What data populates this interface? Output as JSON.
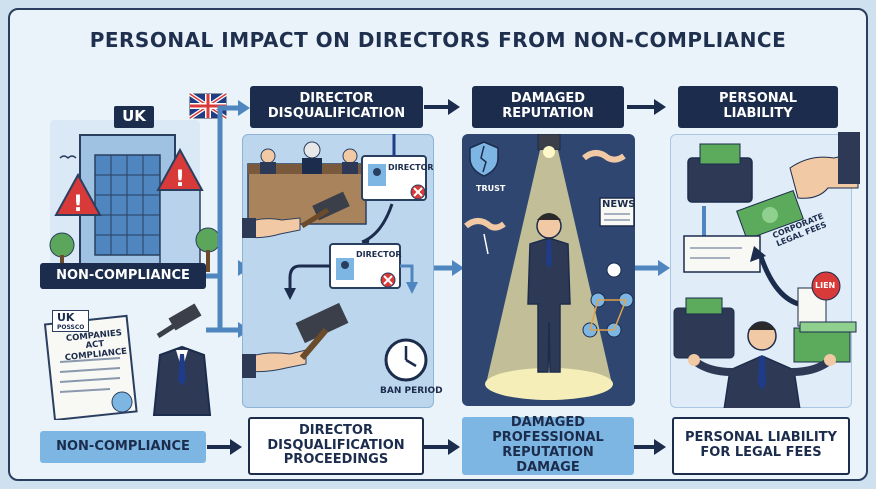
{
  "title": "PERSONAL IMPACT ON DIRECTORS FROM NON-COMPLIANCE",
  "top_labels": {
    "director_disqualification": "DIRECTOR DISQUALIFICATION",
    "damaged_reputation": "DAMAGED REPUTATION",
    "personal_liability": "PERSONAL LIABILITY"
  },
  "left": {
    "uk_sign": "UK",
    "non_compliance_top": "NON-COMPLIANCE",
    "uk_tag": "UK",
    "uk_tag_sub": "POSSCO",
    "doc_title": "COMPANIES ACT COMPLIANCE",
    "non_compliance_bottom": "NON-COMPLIANCE"
  },
  "disqualification": {
    "badge_top": "DIRECTOR",
    "badge_mid": "DIRECTOR",
    "ban_period": "BAN PERIOD",
    "bottom_label": "DIRECTOR DISQUALIFICATION PROCEEDINGS"
  },
  "reputation": {
    "trust": "TRUST",
    "news": "NEWS",
    "bottom_label": "DAMAGED PROFESSIONAL REPUTATION DAMAGE"
  },
  "liability": {
    "fees_arrow": "CORPORATE LEGAL FEES",
    "lien": "LIEN",
    "bottom_label": "PERSONAL LIABILITY FOR LEGAL FEES"
  },
  "colors": {
    "navy": "#1c2c4c",
    "light_blue": "#7eb6e3",
    "panel_blue": "#bcd6ee",
    "dark_panel": "#2e4670",
    "alert_red": "#d83a3a",
    "money_green": "#5caa5c"
  }
}
